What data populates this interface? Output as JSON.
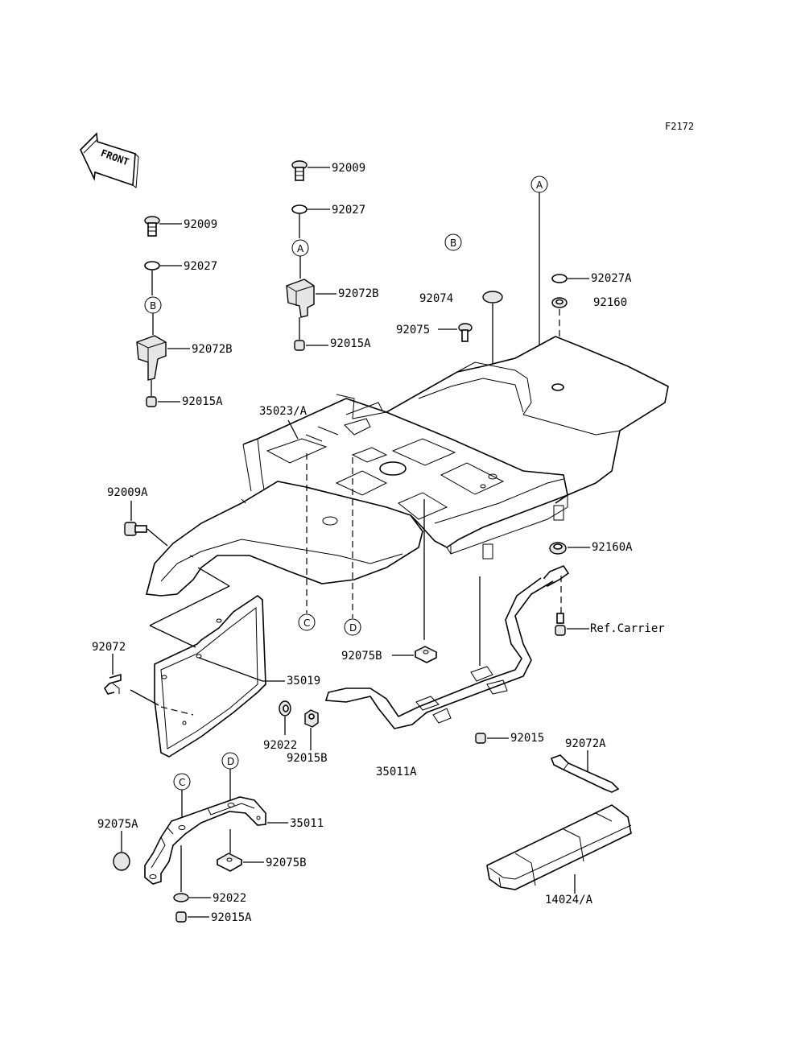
{
  "figure_ref": "F2172",
  "front_label": "FRONT",
  "parts": {
    "p92009_mid": "92009",
    "p92027_mid": "92027",
    "p92072B_mid": "92072B",
    "p92015A_mid": "92015A",
    "p92009_left": "92009",
    "p92027_left": "92027",
    "p92072B_left": "92072B",
    "p92015A_left": "92015A",
    "p92027A": "92027A",
    "p92160": "92160",
    "p92074": "92074",
    "p92075": "92075",
    "p35023A": "35023/A",
    "p92009A": "92009A",
    "p92160A": "92160A",
    "ref_carrier": "Ref.Carrier",
    "p92072": "92072",
    "p35019": "35019",
    "p92075B_mid": "92075B",
    "p92022_mid": "92022",
    "p92015B": "92015B",
    "p92015": "92015",
    "p35011A": "35011A",
    "p92072A": "92072A",
    "p92075A": "92075A",
    "p35011": "35011",
    "p92075B_low": "92075B",
    "p92022_low": "92022",
    "p92015A_low": "92015A",
    "p14024A": "14024/A"
  },
  "callouts": {
    "A_mid": "A",
    "A_right": "A",
    "B_left": "B",
    "B_top": "B",
    "C_mid": "C",
    "C_low": "C",
    "D_mid": "D",
    "D_low": "D"
  }
}
